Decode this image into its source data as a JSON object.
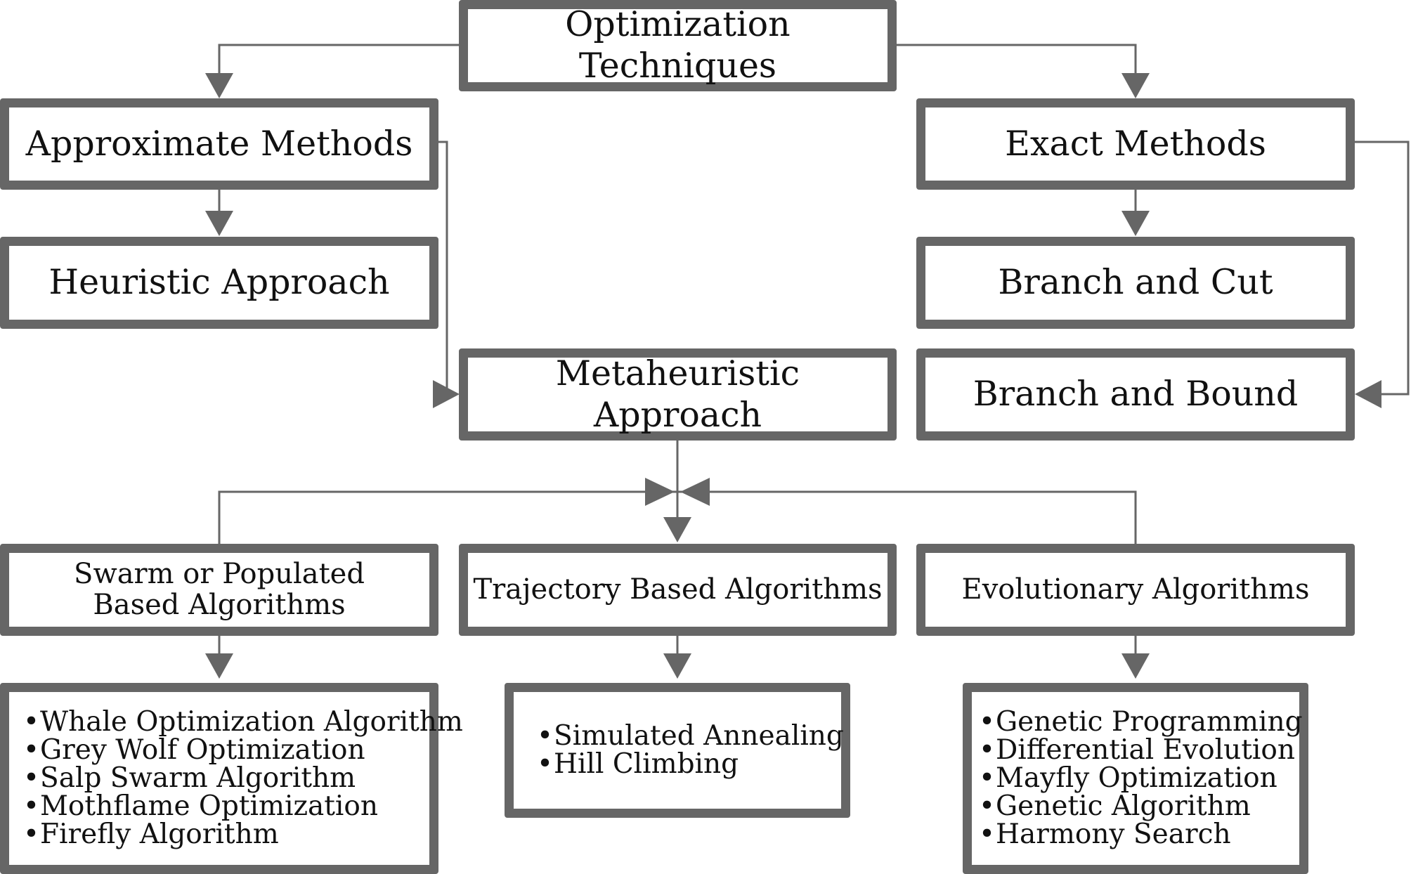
{
  "diagram": {
    "root": {
      "label": "Optimization Techniques"
    },
    "approximate": {
      "label": "Approximate Methods"
    },
    "exact": {
      "label": "Exact Methods"
    },
    "heuristic": {
      "label": "Heuristic Approach"
    },
    "metaheuristic": {
      "label": "Metaheuristic Approach"
    },
    "branch_cut": {
      "label": "Branch and Cut"
    },
    "branch_bound": {
      "label": "Branch and Bound"
    },
    "swarm": {
      "label": "Swarm or Populated Based Algorithms",
      "items": [
        "Whale Optimization Algorithm",
        "Grey Wolf Optimization",
        "Salp Swarm Algorithm",
        "Mothflame Optimization",
        "Firefly Algorithm"
      ]
    },
    "trajectory": {
      "label": "Trajectory Based Algorithms",
      "items": [
        "Simulated Annealing",
        "Hill Climbing"
      ]
    },
    "evolutionary": {
      "label": "Evolutionary Algorithms",
      "items": [
        "Genetic Programming",
        "Differential Evolution",
        "Mayfly Optimization",
        "Genetic Algorithm",
        "Harmony Search"
      ]
    },
    "bullet_glyph": "•",
    "colors": {
      "box_border": "#666666",
      "connector": "#666666",
      "text": "#111111",
      "background": "#ffffff"
    }
  }
}
